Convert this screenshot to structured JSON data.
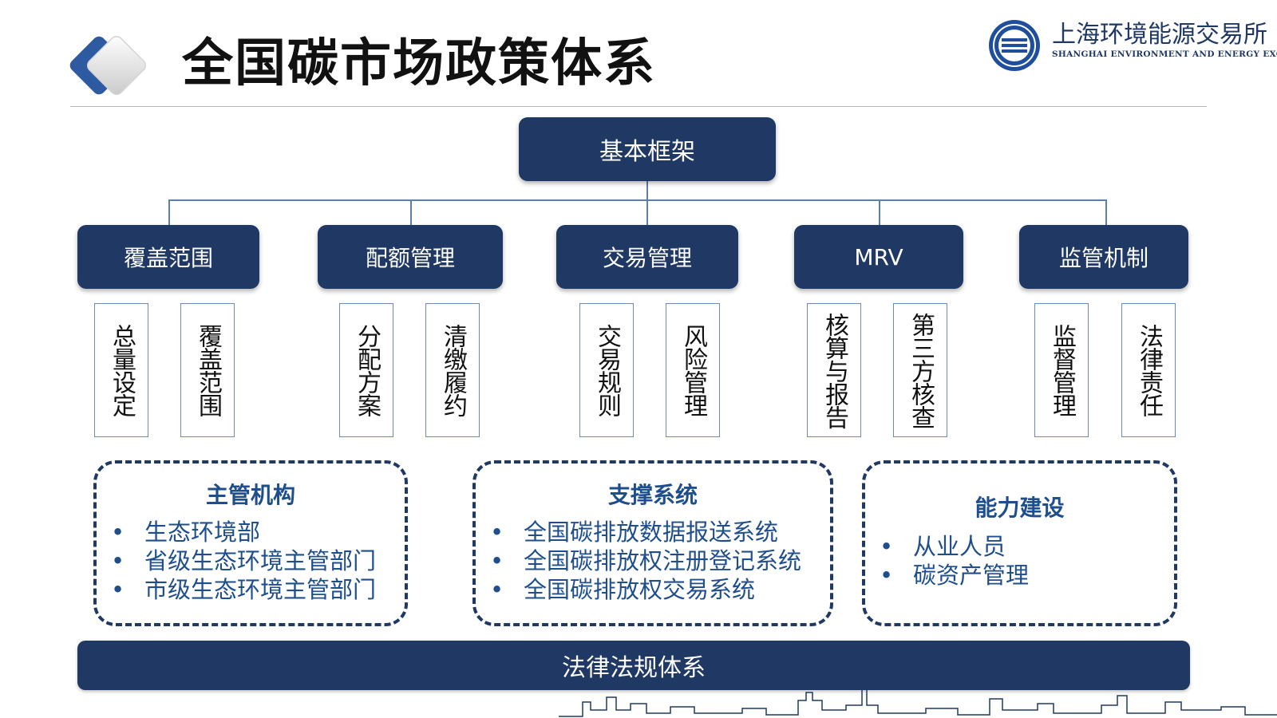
{
  "header": {
    "title": "全国碳市场政策体系",
    "exchange_name_cn": "上海环境能源交易所",
    "exchange_name_en": "SHANGHAI ENVIRONMENT AND ENERGY EXCHANGE"
  },
  "root": "基本框架",
  "categories": [
    {
      "label": "覆盖范围",
      "items": [
        "总量设定",
        "覆盖范围"
      ]
    },
    {
      "label": "配额管理",
      "items": [
        "分配方案",
        "清缴履约"
      ]
    },
    {
      "label": "交易管理",
      "items": [
        "交易规则",
        "风险管理"
      ]
    },
    {
      "label": "MRV",
      "items": [
        "核算与报告",
        "第三方核查"
      ]
    },
    {
      "label": "监管机制",
      "items": [
        "监督管理",
        "法律责任"
      ]
    }
  ],
  "panels": [
    {
      "title": "主管机构",
      "items": [
        "生态环境部",
        "省级生态环境主管部门",
        "市级生态环境主管部门"
      ]
    },
    {
      "title": "支撑系统",
      "items": [
        "全国碳排放数据报送系统",
        "全国碳排放权注册登记系统",
        "全国碳排放权交易系统"
      ]
    },
    {
      "title": "能力建设",
      "items": [
        "从业人员",
        "碳资产管理"
      ]
    }
  ],
  "bullet": "•",
  "foundation": "法律法规体系",
  "colors": {
    "navy": "#1f3864",
    "accent_blue": "#1f4e8c",
    "connector": "#5b7fa8"
  }
}
